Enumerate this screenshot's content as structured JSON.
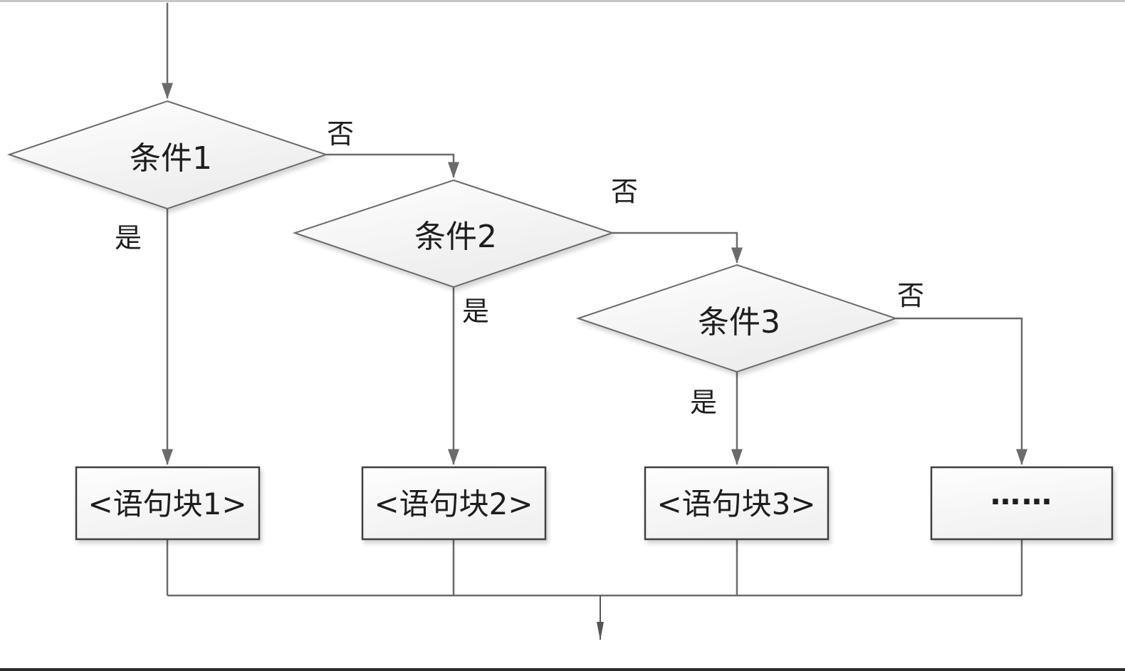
{
  "diagram": {
    "type": "flowchart",
    "description": "Multi-branch conditional (if / else-if chain) selection structure flowchart",
    "labels": {
      "yes": "是",
      "no": "否"
    },
    "nodes": {
      "condition1": "条件1",
      "condition2": "条件2",
      "condition3": "条件3",
      "block1": "<语句块1>",
      "block2": "<语句块2>",
      "block3": "<语句块3>",
      "ellipsis": "……"
    },
    "colors": {
      "connector_line": "#6b6b6b",
      "diamond_border": "#6b6b6b",
      "box_border": "#3f3f3f",
      "shape_fill_light": "#ffffff",
      "shape_fill_dark": "#ececec",
      "text": "#1d1d1d",
      "top_edge_strip": "#c7c7c7",
      "bottom_rule": "#2b2b2b",
      "background": "#ffffff"
    }
  }
}
